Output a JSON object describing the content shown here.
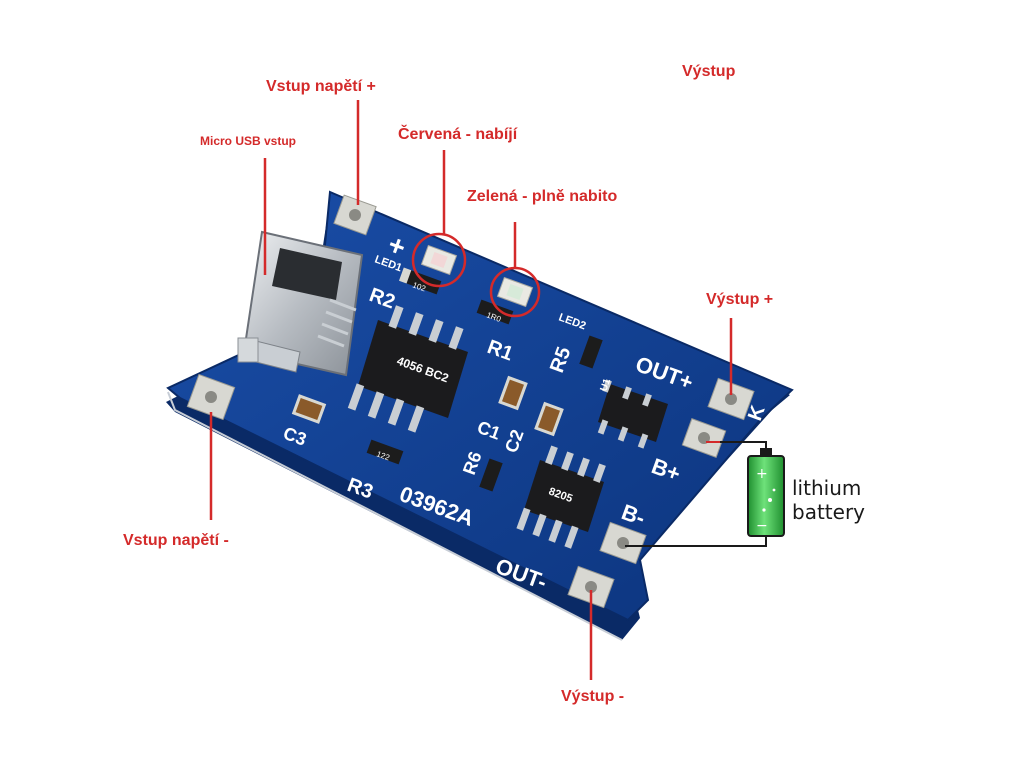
{
  "annotations": {
    "output_top": "Výstup",
    "input_plus": "Vstup napětí +",
    "micro_usb": "Micro USB vstup",
    "red_led": "Červená - nabíjí",
    "green_led": "Zelená - plně nabito",
    "output_plus": "Výstup +",
    "input_minus": "Vstup napětí -",
    "output_minus": "Výstup -"
  },
  "battery": {
    "line1": "lithium",
    "line2": "battery",
    "plus_sign": "+",
    "minus_sign": "−"
  },
  "board_silkscreen": {
    "plus": "+",
    "led1": "LED1",
    "led2": "LED2",
    "r2": "R2",
    "r1": "R1",
    "r5": "R5",
    "r3": "R3",
    "r6": "R6",
    "c1": "C1",
    "c2": "C2",
    "c3": "C3",
    "u1": "U1",
    "out_plus": "OUT+",
    "out_minus": "OUT-",
    "b_plus": "B+",
    "b_minus": "B-",
    "k": "K",
    "board_code": "03962A",
    "res_102": "102",
    "res_1r0": "1R0",
    "res_122": "122",
    "chip_text": "4056 BC2",
    "chip2_text": "8205"
  },
  "colors": {
    "annotation_red": "#d42a2a",
    "pcb_blue": "#0f3a8a",
    "pcb_edge": "#0a2a66",
    "battery_green": "#34c24a"
  }
}
